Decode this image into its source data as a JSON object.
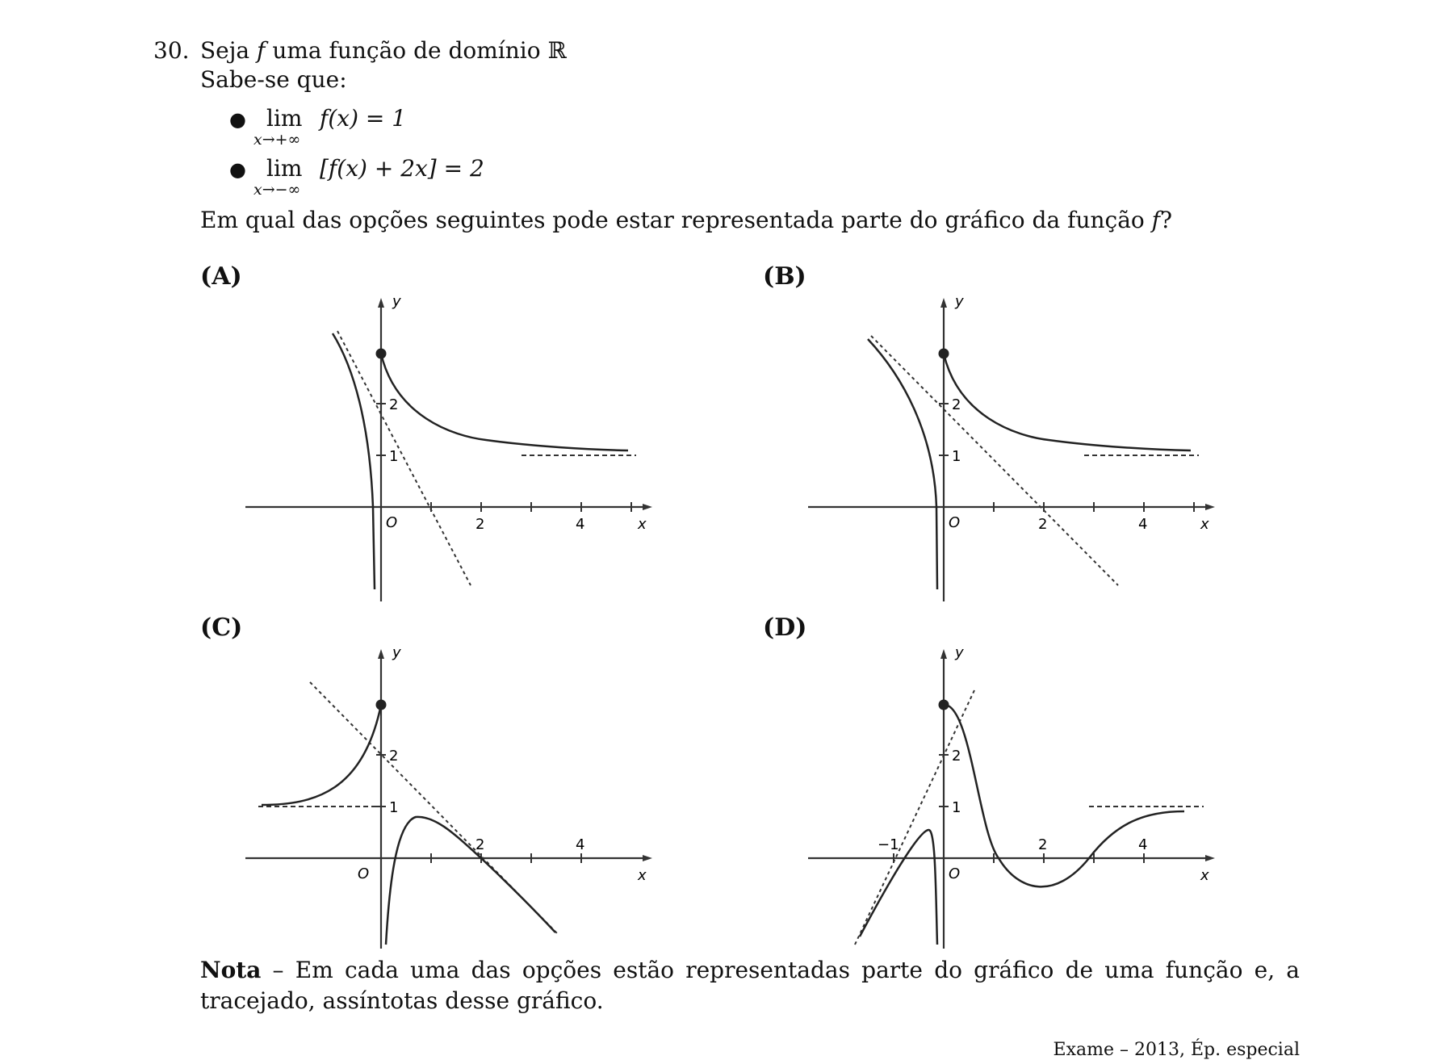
{
  "question": {
    "number": "30.",
    "intro_prefix": "Seja",
    "intro_var": "f",
    "intro_suffix": "uma função de domínio ℝ",
    "known": "Sabe-se que:",
    "limits": [
      {
        "word": "lim",
        "sub": "x→+∞",
        "expr": "f(x) = 1"
      },
      {
        "word": "lim",
        "sub": "x→−∞",
        "expr": "[f(x) + 2x] = 2"
      }
    ],
    "prompt_prefix": "Em qual das opções seguintes pode estar representada parte do gráfico da função",
    "prompt_var": "f",
    "prompt_suffix": "?"
  },
  "options": [
    {
      "label": "(A)",
      "axis_x": "x",
      "axis_y": "y",
      "origin": "O",
      "x_ticks": [
        "2",
        "4"
      ],
      "y_ticks": [
        "1",
        "2"
      ]
    },
    {
      "label": "(B)",
      "axis_x": "x",
      "axis_y": "y",
      "origin": "O",
      "x_ticks": [
        "2",
        "4"
      ],
      "y_ticks": [
        "1",
        "2"
      ]
    },
    {
      "label": "(C)",
      "axis_x": "x",
      "axis_y": "y",
      "origin": "O",
      "x_ticks": [
        "2",
        "4"
      ],
      "y_ticks": [
        "1",
        "2"
      ]
    },
    {
      "label": "(D)",
      "axis_x": "x",
      "axis_y": "y",
      "origin": "O",
      "x_ticks": [
        "−1",
        "2",
        "4"
      ],
      "y_ticks": [
        "1",
        "2"
      ]
    }
  ],
  "note": {
    "bold": "Nota",
    "text": " – Em cada uma das opções estão representadas parte do gráfico de uma função e, a tracejado, assíntotas desse gráfico."
  },
  "footer": "Exame – 2013, Ép. especial"
}
